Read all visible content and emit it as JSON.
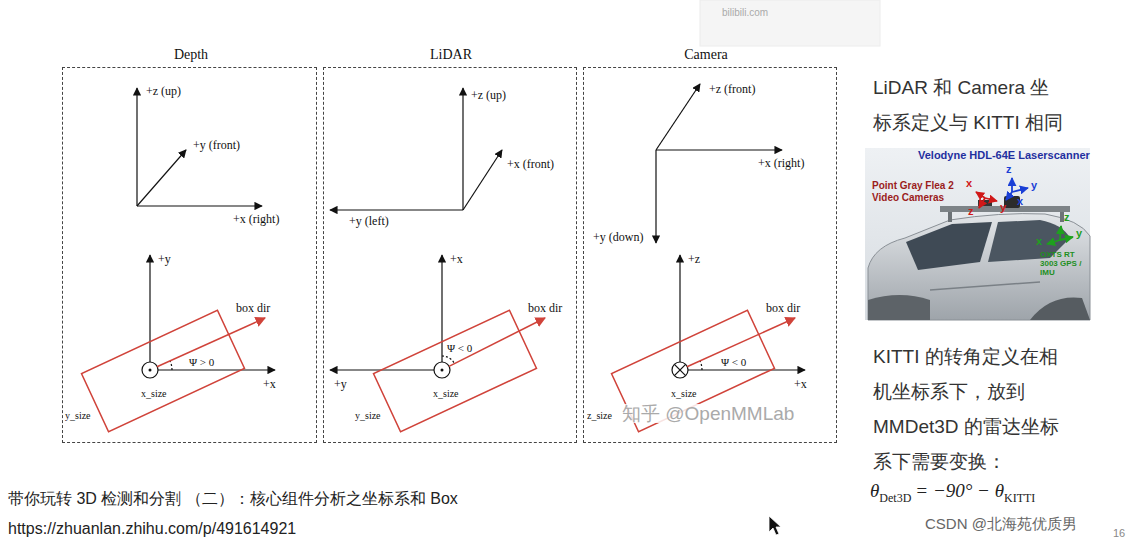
{
  "diagram": {
    "caption": "带你玩转 3D 检测和分割 （二）：核心组件分析之坐标系和 Box",
    "nodes": [
      {
        "text": [
          "Depth",
          "+z (up)",
          "+y (front)",
          "+x (right)",
          "+y",
          "+x",
          "box dir",
          "Ψ > 0",
          "y_size",
          "x_size"
        ]
      },
      {
        "text": [
          "LiDAR",
          "+z (up)",
          "+x (front)",
          "+y (left)",
          "+x",
          "+y",
          "box dir",
          "Ψ < 0",
          "y_size",
          "x_size"
        ]
      },
      {
        "text": [
          "Camera",
          "+z (front)",
          "+x (right)",
          "+y (down)",
          "+z",
          "+x",
          "box dir",
          "Ψ < 0",
          "z_size",
          "x_size"
        ]
      }
    ],
    "labels": [
      "LiDAR 和 Camera 坐标系定义与 KITTI 相同",
      "Velodyne HDL-64E Laserscanner",
      "Point Gray Flea 2 Video Cameras",
      "OXTS RT 3003 GPS / IMU",
      "z",
      "x",
      "y",
      "x",
      "z",
      "y",
      "x",
      "y",
      "z",
      "KITTI 的转角定义在相机坐标系下，放到 MMDet3D 的雷达坐标系下需要变换：",
      "θ",
      "Det3D",
      "= −90° − θ",
      "KITTI",
      "https://zhuanlan.zhihu.com/p/491614921",
      "知乎 @OpenMMLab",
      "CSDN @北海苑优质男",
      "16",
      "bilibili.com"
    ]
  }
}
